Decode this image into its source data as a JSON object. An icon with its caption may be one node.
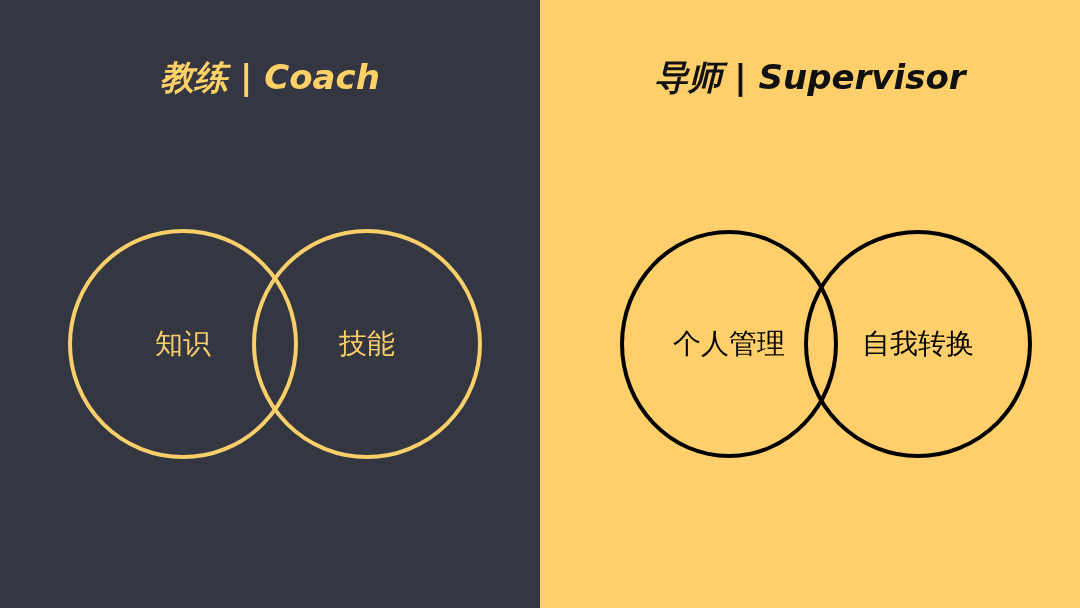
{
  "diagram": {
    "nodes": [
      {
        "text": [
          "教练 | Coach"
        ]
      },
      {
        "text": [
          "知识"
        ],
        "in": 0
      },
      {
        "text": [
          "技能"
        ],
        "in": 0
      },
      {
        "text": [
          "导师 | Supervisor"
        ]
      },
      {
        "text": [
          "个人管理"
        ],
        "in": 3
      },
      {
        "text": [
          "自我转换"
        ],
        "in": 3
      }
    ]
  }
}
